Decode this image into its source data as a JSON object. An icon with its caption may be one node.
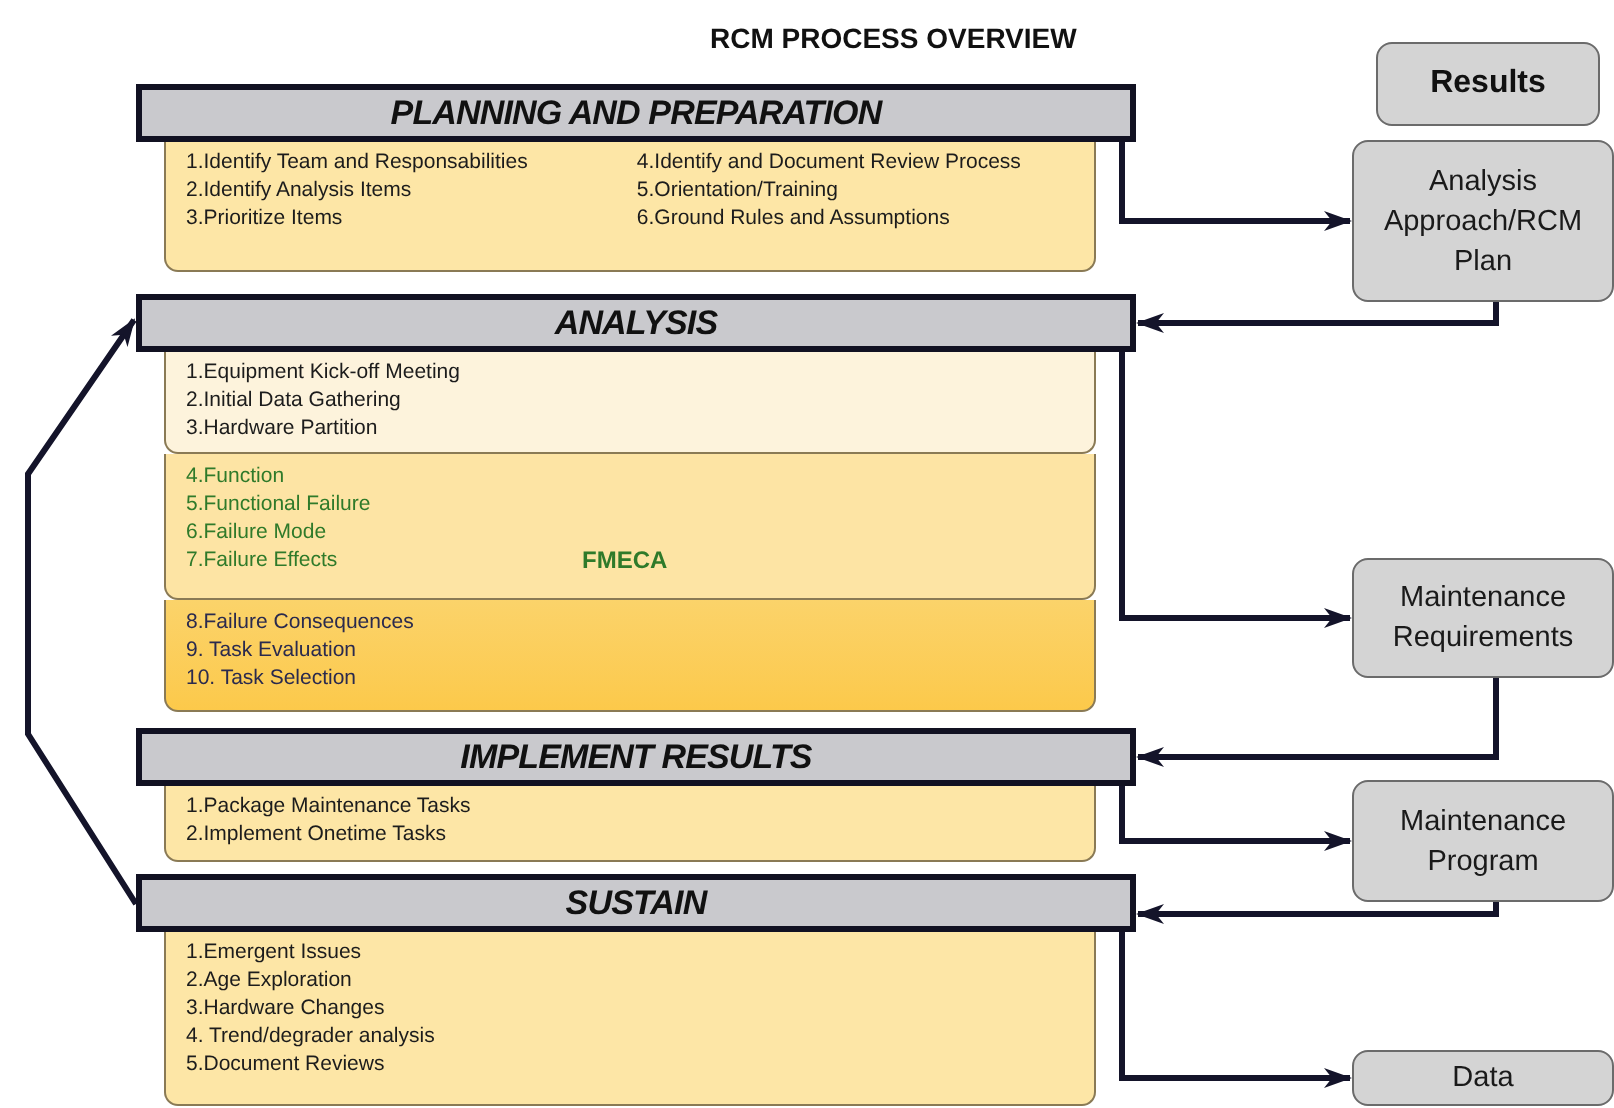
{
  "diagram": {
    "title": "RCM PROCESS OVERVIEW",
    "nodes": [
      {
        "text": [
          "PLANNING AND PREPARATION"
        ]
      },
      {
        "text": [
          "1.Identify Team and Responsabilities",
          "2.Identify Analysis Items",
          "3.Prioritize Items",
          "4.Identify and Document Review Process",
          "5.Orientation/Training",
          "6.Ground Rules and Assumptions"
        ]
      },
      {
        "text": [
          "ANALYSIS"
        ]
      },
      {
        "text": [
          "1.Equipment Kick-off Meeting",
          "2.Initial Data Gathering",
          "3.Hardware Partition"
        ]
      },
      {
        "text": [
          "4.Function",
          "5.Functional Failure",
          "6.Failure Mode",
          "7.Failure Effects",
          "FMECA"
        ]
      },
      {
        "text": [
          "8.Failure Consequences",
          "9. Task Evaluation",
          "10. Task Selection"
        ]
      },
      {
        "text": [
          "IMPLEMENT RESULTS"
        ]
      },
      {
        "text": [
          "1.Package Maintenance Tasks",
          "2.Implement Onetime Tasks"
        ]
      },
      {
        "text": [
          "SUSTAIN"
        ]
      },
      {
        "text": [
          "1.Emergent Issues",
          "2.Age Exploration",
          "3.Hardware Changes",
          "4. Trend/degrader analysis",
          "5.Document Reviews"
        ]
      },
      {
        "text": [
          "Results"
        ]
      },
      {
        "text": [
          "Analysis Approach/RCM Plan"
        ]
      },
      {
        "text": [
          "Maintenance Requirements"
        ]
      },
      {
        "text": [
          "Maintenance Program"
        ]
      },
      {
        "text": [
          "Data"
        ]
      }
    ],
    "edges": [
      {
        "from": 0,
        "to": 11,
        "arrow": "to"
      },
      {
        "from": 11,
        "to": 2,
        "arrow": "to"
      },
      {
        "from": 2,
        "to": 12,
        "arrow": "to"
      },
      {
        "from": 12,
        "to": 6,
        "arrow": "to"
      },
      {
        "from": 6,
        "to": 13,
        "arrow": "to"
      },
      {
        "from": 13,
        "to": 8,
        "arrow": "to"
      },
      {
        "from": 8,
        "to": 14,
        "arrow": "to"
      },
      {
        "from": 8,
        "to": 2,
        "arrow": "to"
      }
    ]
  }
}
